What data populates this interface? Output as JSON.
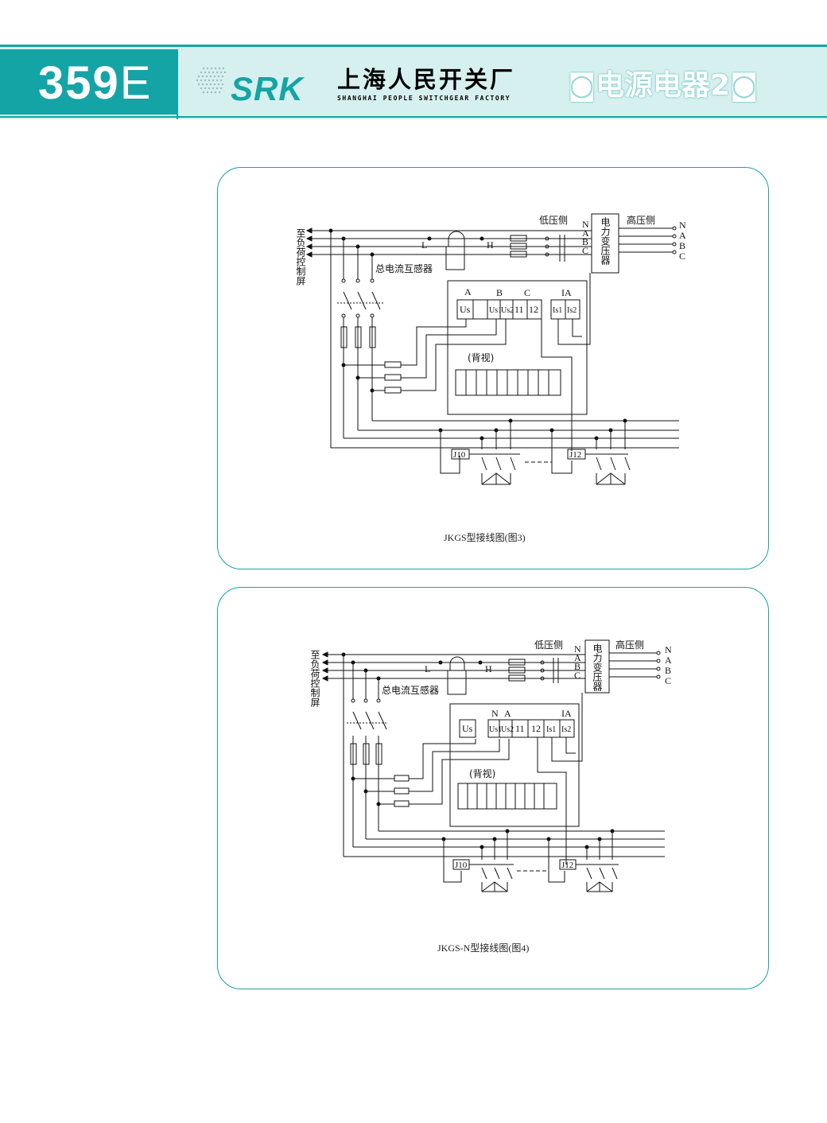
{
  "header": {
    "page_number": "359",
    "page_suffix": "E",
    "logo": "SRK",
    "company_cn": "上海人民开关厂",
    "company_en": "SHANGHAI PEOPLE SWITCHGEAR FACTORY",
    "category": "电源电器2"
  },
  "diagrams": [
    {
      "caption": "JKGS型接线图(图3)",
      "labels": {
        "load": "至负荷控制屏",
        "low_side": "低压侧",
        "high_side": "高压侧",
        "transformer": "电力变压器",
        "ct": "总电流互感器",
        "back_view": "(背视)",
        "L": "L",
        "H": "H",
        "phases_left": [
          "N",
          "A",
          "B",
          "C"
        ],
        "phases_right": [
          "N",
          "A",
          "B",
          "C"
        ],
        "term_header": [
          "A",
          "B",
          "C",
          "IA"
        ],
        "terminals": [
          "Us",
          "",
          "Us1",
          "Us2",
          "11",
          "12",
          "Is1",
          "Is2"
        ],
        "j10": "J10",
        "j12": "J12"
      }
    },
    {
      "caption": "JKGS-N型接线图(图4)",
      "labels": {
        "load": "至负荷控制屏",
        "low_side": "低压侧",
        "high_side": "高压侧",
        "transformer": "电力变压器",
        "ct": "总电流互感器",
        "back_view": "(背视)",
        "L": "L",
        "H": "H",
        "phases_left": [
          "N",
          "A",
          "B",
          "C"
        ],
        "phases_right": [
          "N",
          "A",
          "B",
          "C"
        ],
        "term_header": [
          "N",
          "A",
          "IA"
        ],
        "terminals": [
          "Us",
          "Us1",
          "Us2",
          "11",
          "12",
          "Is1",
          "Is2"
        ],
        "j10": "J10",
        "j12": "J12"
      }
    }
  ],
  "colors": {
    "accent": "#15a4a5",
    "band": "#d6f0ef"
  }
}
